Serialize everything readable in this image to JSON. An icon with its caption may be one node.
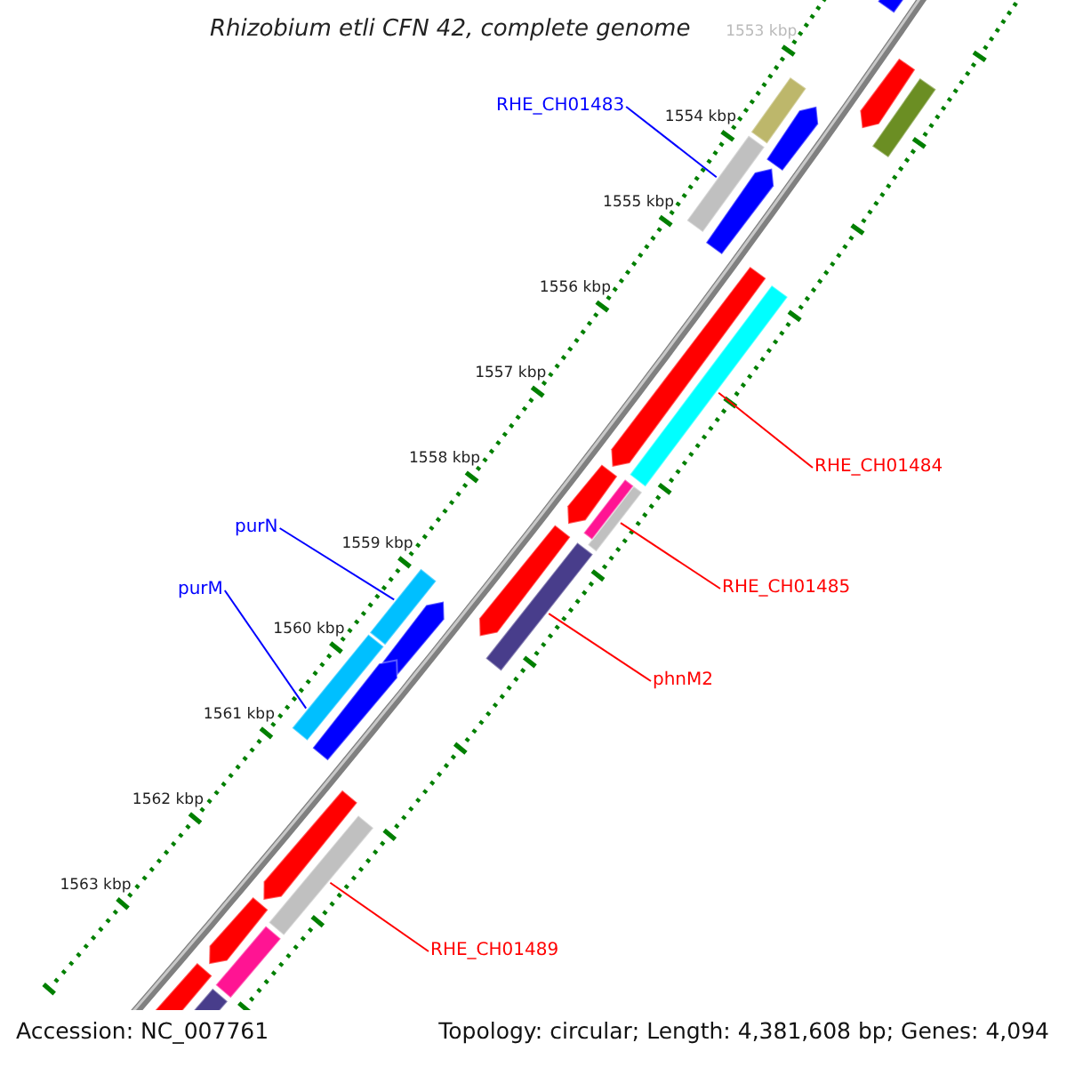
{
  "diagram": {
    "title": "Rhizobium etli CFN 42, complete genome",
    "nodes": [
      {
        "text": [
          "RHE_CH01483"
        ]
      },
      {
        "text": [],
        "shape": "bar"
      },
      {
        "text": [
          "RHE_CH01484"
        ]
      },
      {
        "text": [],
        "shape": "bar"
      },
      {
        "text": [
          "RHE_CH01485"
        ]
      },
      {
        "text": [],
        "shape": "bar"
      },
      {
        "text": [
          "purN"
        ]
      },
      {
        "text": [],
        "shape": "bar"
      },
      {
        "text": [
          "phnM2"
        ]
      },
      {
        "text": [],
        "shape": "bar"
      },
      {
        "text": [
          "purM"
        ]
      },
      {
        "text": [],
        "shape": "bar"
      },
      {
        "text": [
          "RHE_CH01489"
        ]
      },
      {
        "text": [],
        "shape": "bar"
      },
      {
        "text": [],
        "shape": "arrow"
      },
      {
        "text": [],
        "shape": "arrow"
      },
      {
        "text": [],
        "shape": "arrow"
      },
      {
        "text": [],
        "shape": "arrow"
      },
      {
        "text": [],
        "shape": "arrow"
      },
      {
        "text": [],
        "shape": "bar"
      },
      {
        "text": [],
        "shape": "arrow"
      },
      {
        "text": [],
        "shape": "arrow"
      },
      {
        "text": [],
        "shape": "arrow"
      },
      {
        "text": [],
        "shape": "arrow"
      },
      {
        "text": [],
        "shape": "arrow"
      },
      {
        "text": [],
        "shape": "arrow"
      },
      {
        "text": [],
        "shape": "arrow"
      },
      {
        "text": [],
        "shape": "bar"
      },
      {
        "text": [],
        "shape": "bar"
      },
      {
        "text": [],
        "shape": "bar"
      },
      {
        "text": [],
        "shape": "bar"
      }
    ],
    "edges": [
      {
        "from": 0,
        "to": 1,
        "arrow": "none",
        "color": "#0000ff"
      },
      {
        "from": 2,
        "to": 3,
        "arrow": "none"
      },
      {
        "from": 4,
        "to": 5,
        "arrow": "none"
      },
      {
        "from": 6,
        "to": 7,
        "arrow": "none",
        "color": "#0000ff"
      },
      {
        "from": 8,
        "to": 9,
        "arrow": "none"
      },
      {
        "from": 10,
        "to": 11,
        "arrow": "none",
        "color": "#0000ff"
      },
      {
        "from": 12,
        "to": 13,
        "arrow": "none"
      }
    ],
    "labels": [
      "1553 kbp",
      "1554 kbp",
      "1555 kbp",
      "1556 kbp",
      "1557 kbp",
      "1558 kbp",
      "1559 kbp",
      "1560 kbp",
      "1561 kbp",
      "1562 kbp",
      "1563 kbp",
      "Accession: NC_007761",
      "Topology: circular; Length: 4,381,608 bp; Genes: 4,094"
    ]
  }
}
